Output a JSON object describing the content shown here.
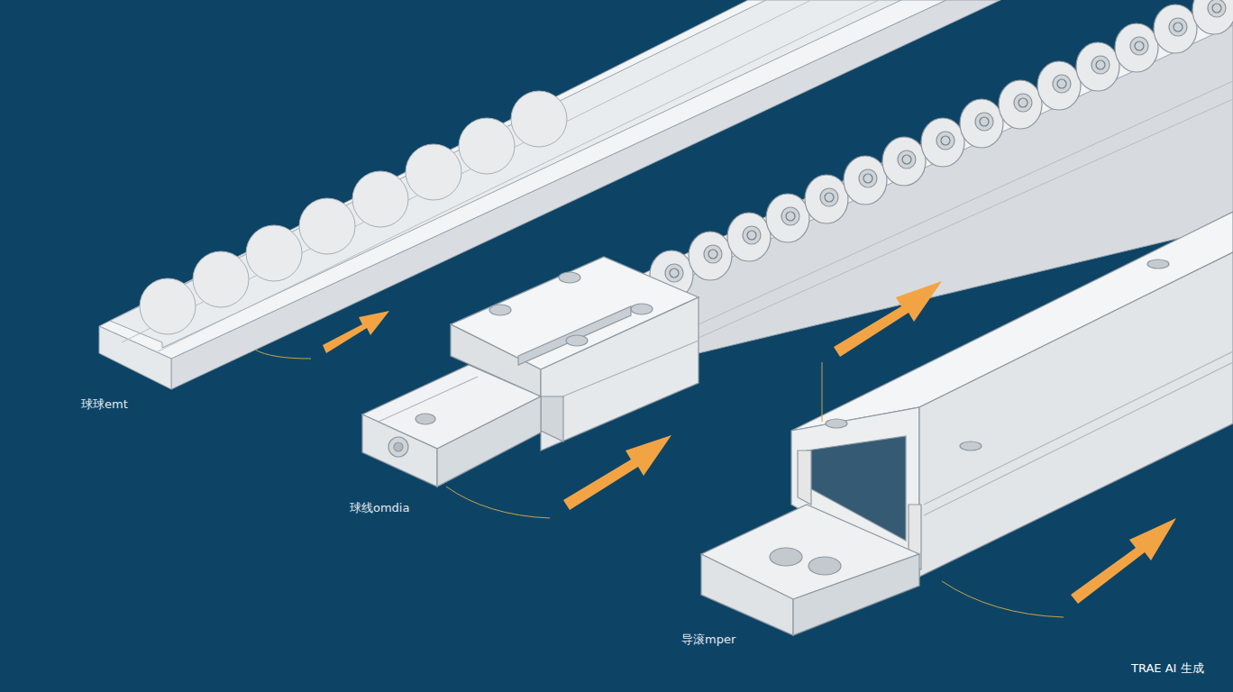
{
  "diagram": {
    "labels": [
      "球球emt",
      "球线omdia",
      "导滚mper",
      "TRAE AI 生成"
    ]
  }
}
